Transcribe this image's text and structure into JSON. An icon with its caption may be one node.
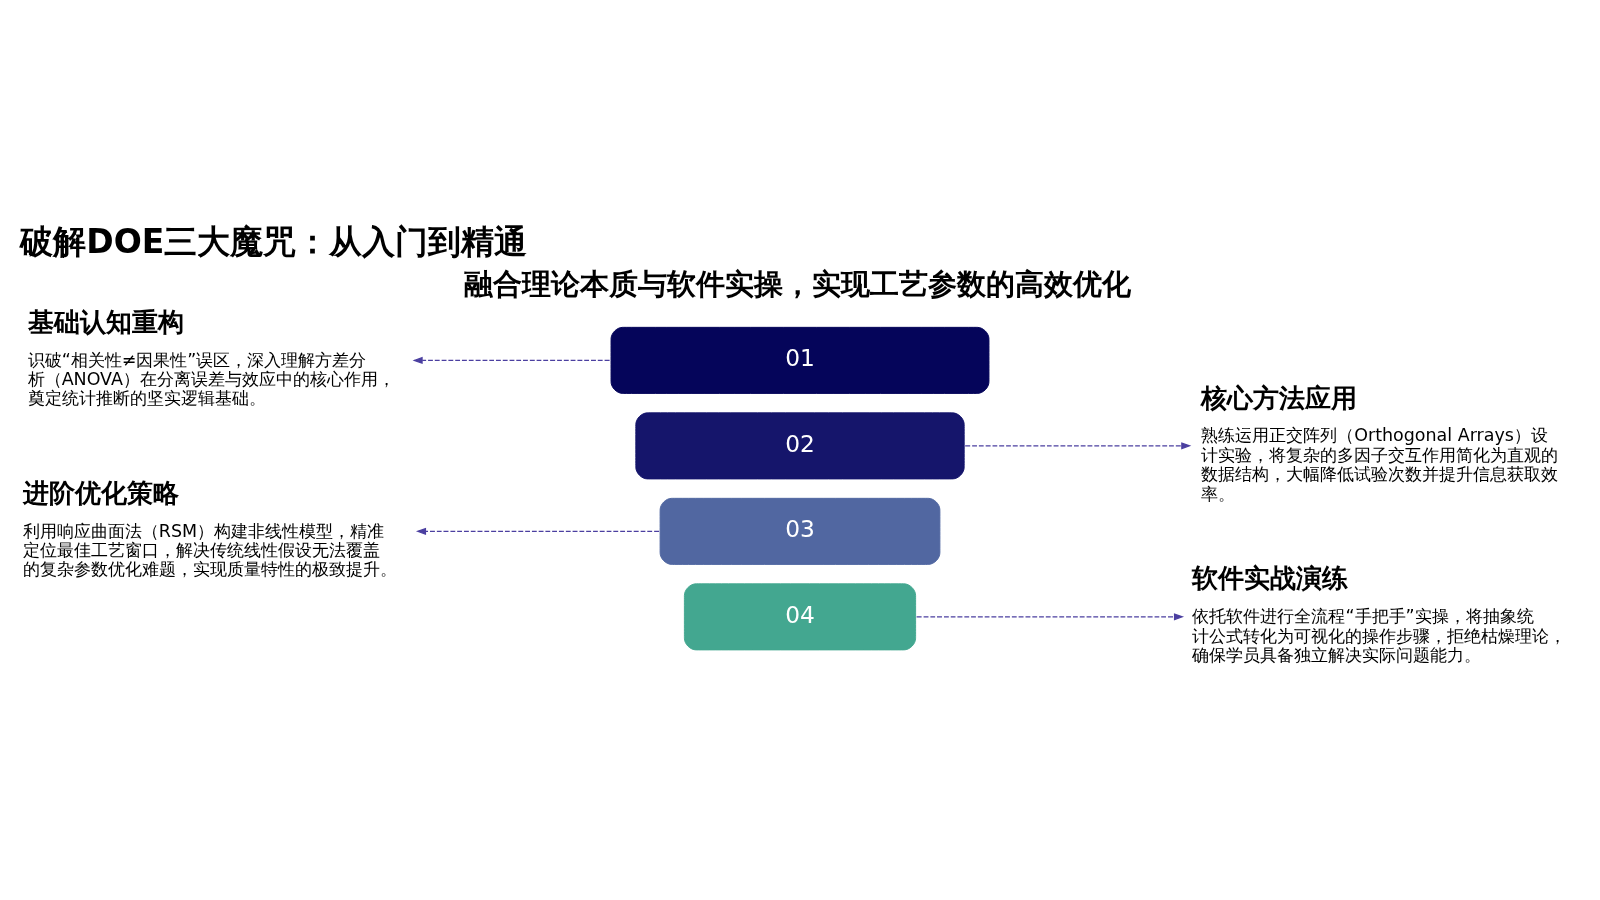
{
  "diagram": {
    "title": "破解DOE三大魔咒：从入门到精通",
    "nodes": [
      {
        "text": [
          "01"
        ]
      },
      {
        "text": [
          "基础认知重构",
          "识破“相关性≠因果性”误区，深入理解方差分析（ANOVA）在分离误差与效应中的核心作用，奠定统计推断的坚实逻辑基础。"
        ]
      },
      {
        "text": [
          "02"
        ]
      },
      {
        "text": [
          "核心方法应用",
          "熟练运用正交阵列（Orthogonal Arrays）设计实验，将复杂的多因子交互作用简化为直观的数据结构，大幅降低试验次数并提升信息获取效率。"
        ]
      },
      {
        "text": [
          "03"
        ]
      },
      {
        "text": [
          "进阶优化策略",
          "利用响应曲面法（RSM）构建非线性模型，精准定位最佳工艺窗口，解决传统线性假设无法覆盖的复杂参数优化难题，实现质量特性的极致提升。"
        ]
      },
      {
        "text": [
          "04"
        ]
      },
      {
        "text": [
          "软件实战演练",
          "依托软件进行全流程“手把手”实操，将抽象统计公式转化为可视化的操作步骤，拒绝枯燥理论，确保学员具备独立解决实际问题能力。"
        ]
      }
    ],
    "edges": [
      {
        "from": 0,
        "to": 1,
        "arrow": "to",
        "style": "dashed"
      },
      {
        "from": 2,
        "to": 3,
        "arrow": "to",
        "style": "dashed"
      },
      {
        "from": 4,
        "to": 5,
        "arrow": "to",
        "style": "dashed"
      },
      {
        "from": 6,
        "to": 7,
        "arrow": "to",
        "style": "dashed"
      }
    ],
    "labels": [
      "融合理论本质与软件实操，实现工艺参数的高效优化"
    ]
  }
}
